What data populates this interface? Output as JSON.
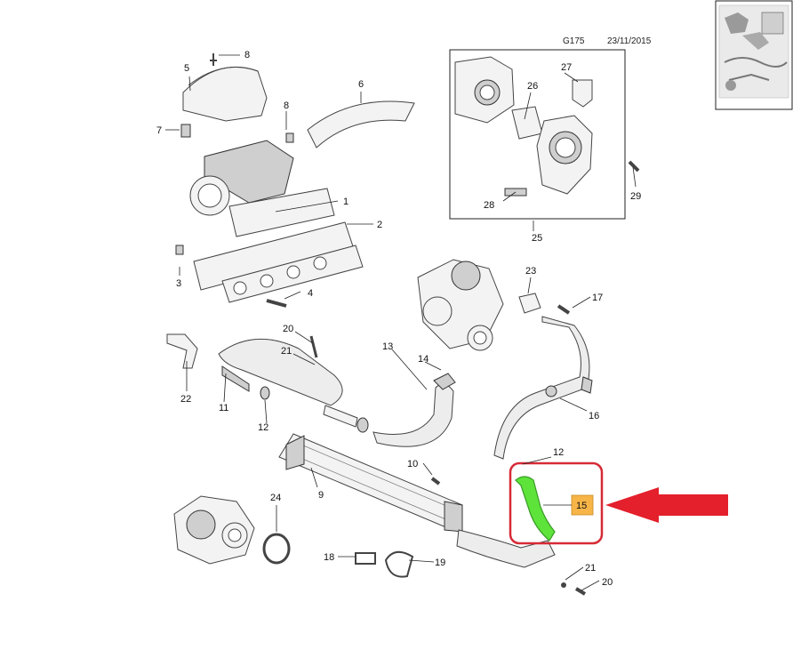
{
  "header": {
    "group_code": "G175",
    "date": "23/11/2015"
  },
  "highlight": {
    "part_number": "15",
    "hose_color": "#5de33a",
    "frame_color": "#d62b36",
    "arrow_color": "#e3202b",
    "label_bg": "#f7b548"
  },
  "labels": [
    {
      "id": "1",
      "text": "1"
    },
    {
      "id": "2",
      "text": "2"
    },
    {
      "id": "3",
      "text": "3"
    },
    {
      "id": "4",
      "text": "4"
    },
    {
      "id": "5",
      "text": "5"
    },
    {
      "id": "6",
      "text": "6"
    },
    {
      "id": "7",
      "text": "7"
    },
    {
      "id": "8a",
      "text": "8"
    },
    {
      "id": "8b",
      "text": "8"
    },
    {
      "id": "9",
      "text": "9"
    },
    {
      "id": "10",
      "text": "10"
    },
    {
      "id": "11",
      "text": "11"
    },
    {
      "id": "12a",
      "text": "12"
    },
    {
      "id": "12b",
      "text": "12"
    },
    {
      "id": "13",
      "text": "13"
    },
    {
      "id": "14",
      "text": "14"
    },
    {
      "id": "16",
      "text": "16"
    },
    {
      "id": "17",
      "text": "17"
    },
    {
      "id": "18",
      "text": "18"
    },
    {
      "id": "19",
      "text": "19"
    },
    {
      "id": "20a",
      "text": "20"
    },
    {
      "id": "20b",
      "text": "20"
    },
    {
      "id": "21a",
      "text": "21"
    },
    {
      "id": "21b",
      "text": "21"
    },
    {
      "id": "22",
      "text": "22"
    },
    {
      "id": "23",
      "text": "23"
    },
    {
      "id": "24",
      "text": "24"
    },
    {
      "id": "25",
      "text": "25"
    },
    {
      "id": "26",
      "text": "26"
    },
    {
      "id": "27",
      "text": "27"
    },
    {
      "id": "28",
      "text": "28"
    },
    {
      "id": "29",
      "text": "29"
    }
  ]
}
